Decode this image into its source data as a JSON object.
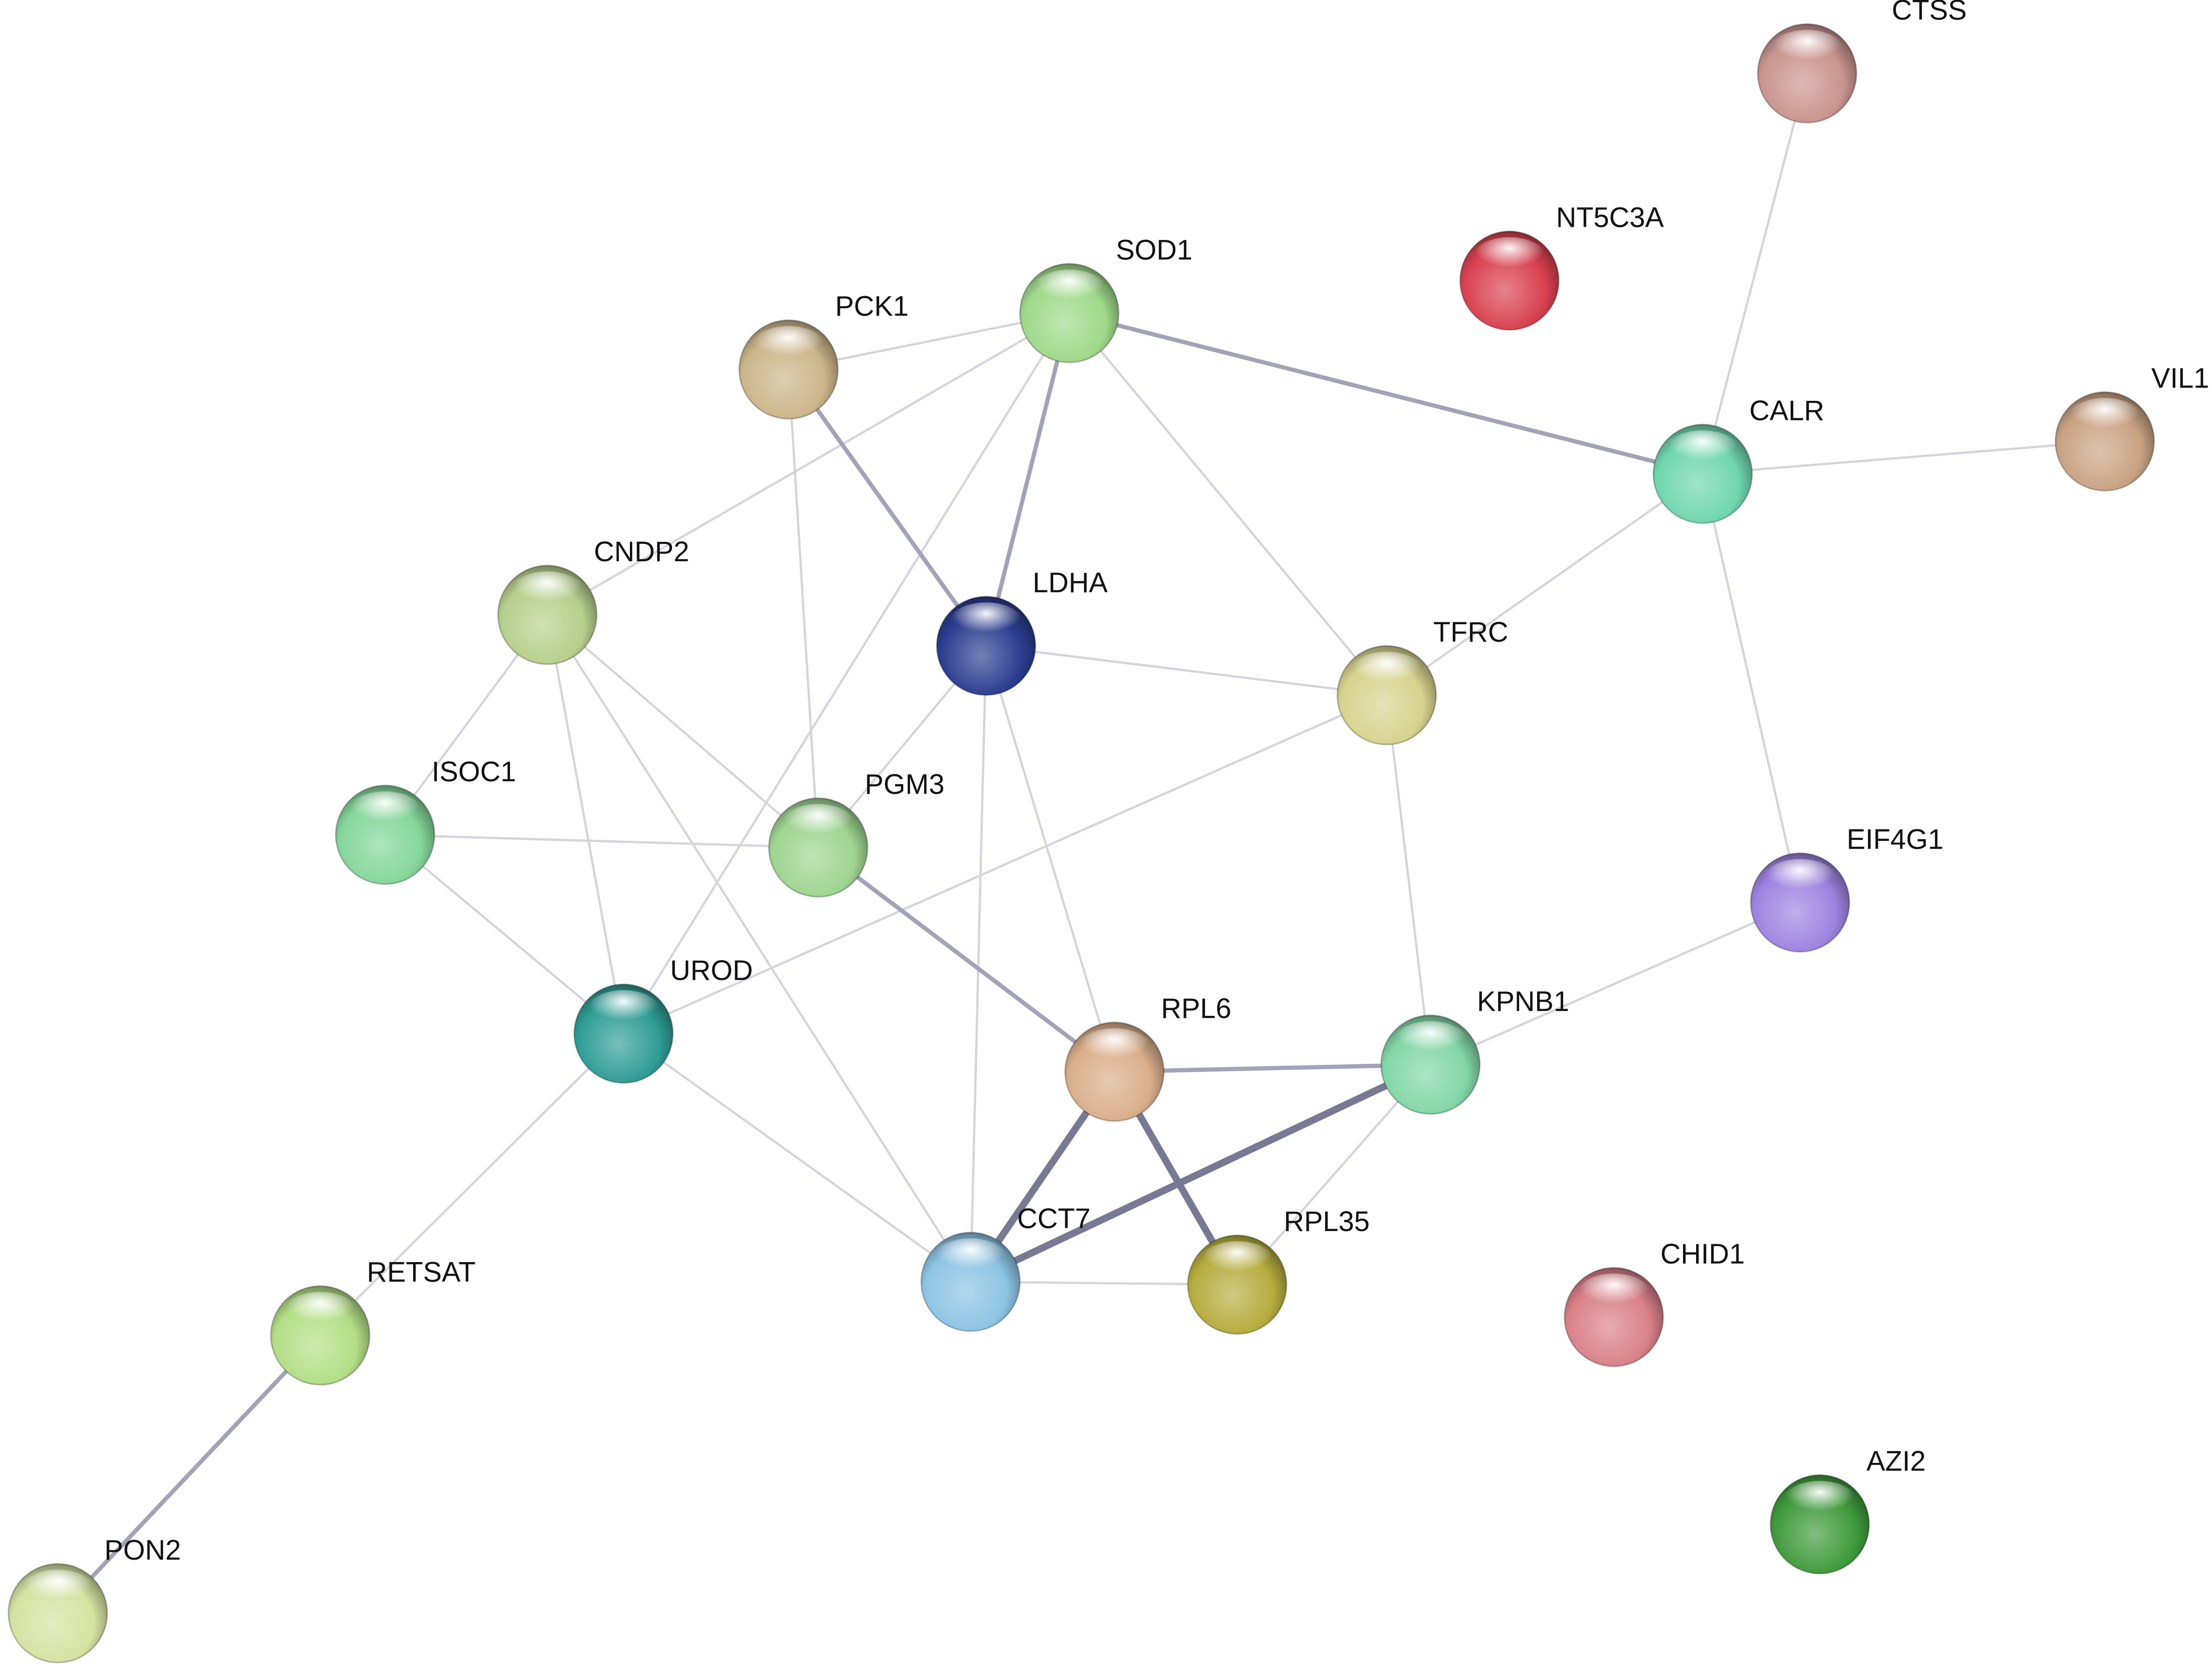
{
  "network": {
    "nodes": [
      {
        "id": "CTSS",
        "label": "CTSS",
        "color": "#c9948e"
      },
      {
        "id": "NT5C3A",
        "label": "NT5C3A",
        "color": "#d8404f"
      },
      {
        "id": "SOD1",
        "label": "SOD1",
        "color": "#9fd98a"
      },
      {
        "id": "PCK1",
        "label": "PCK1",
        "color": "#cbb58a"
      },
      {
        "id": "CALR",
        "label": "CALR",
        "color": "#6fd6ae"
      },
      {
        "id": "VIL1",
        "label": "VIL1",
        "color": "#c9a283"
      },
      {
        "id": "CNDP2",
        "label": "CNDP2",
        "color": "#b6cf8c"
      },
      {
        "id": "LDHA",
        "label": "LDHA",
        "color": "#2b3c8f"
      },
      {
        "id": "TFRC",
        "label": "TFRC",
        "color": "#d6d38e"
      },
      {
        "id": "ISOC1",
        "label": "ISOC1",
        "color": "#84d69a"
      },
      {
        "id": "PGM3",
        "label": "PGM3",
        "color": "#9fd490"
      },
      {
        "id": "EIF4G1",
        "label": "EIF4G1",
        "color": "#9d83e0"
      },
      {
        "id": "UROD",
        "label": "UROD",
        "color": "#2e9c95"
      },
      {
        "id": "RPL6",
        "label": "RPL6",
        "color": "#d9ae8a"
      },
      {
        "id": "KPNB1",
        "label": "KPNB1",
        "color": "#82d6a6"
      },
      {
        "id": "CCT7",
        "label": "CCT7",
        "color": "#8cc3e3"
      },
      {
        "id": "RPL35",
        "label": "RPL35",
        "color": "#b5ac3d"
      },
      {
        "id": "CHID1",
        "label": "CHID1",
        "color": "#d98088"
      },
      {
        "id": "RETSAT",
        "label": "RETSAT",
        "color": "#b3de86"
      },
      {
        "id": "AZI2",
        "label": "AZI2",
        "color": "#3f9a3b"
      },
      {
        "id": "PON2",
        "label": "PON2",
        "color": "#d4e2a1"
      }
    ],
    "edges": [
      {
        "source": "CTSS",
        "target": "CALR",
        "strength": "weak"
      },
      {
        "source": "SOD1",
        "target": "CALR",
        "strength": "medium"
      },
      {
        "source": "SOD1",
        "target": "LDHA",
        "strength": "medium"
      },
      {
        "source": "SOD1",
        "target": "PCK1",
        "strength": "weak"
      },
      {
        "source": "SOD1",
        "target": "CNDP2",
        "strength": "weak"
      },
      {
        "source": "SOD1",
        "target": "TFRC",
        "strength": "weak"
      },
      {
        "source": "SOD1",
        "target": "UROD",
        "strength": "weak"
      },
      {
        "source": "PCK1",
        "target": "LDHA",
        "strength": "medium"
      },
      {
        "source": "PCK1",
        "target": "PGM3",
        "strength": "weak"
      },
      {
        "source": "CALR",
        "target": "VIL1",
        "strength": "weak"
      },
      {
        "source": "CALR",
        "target": "TFRC",
        "strength": "weak"
      },
      {
        "source": "CALR",
        "target": "EIF4G1",
        "strength": "weak"
      },
      {
        "source": "LDHA",
        "target": "TFRC",
        "strength": "weak"
      },
      {
        "source": "LDHA",
        "target": "PGM3",
        "strength": "weak"
      },
      {
        "source": "LDHA",
        "target": "CCT7",
        "strength": "weak"
      },
      {
        "source": "LDHA",
        "target": "RPL6",
        "strength": "weak"
      },
      {
        "source": "CNDP2",
        "target": "ISOC1",
        "strength": "weak"
      },
      {
        "source": "CNDP2",
        "target": "UROD",
        "strength": "weak"
      },
      {
        "source": "CNDP2",
        "target": "PGM3",
        "strength": "weak"
      },
      {
        "source": "CNDP2",
        "target": "CCT7",
        "strength": "weak"
      },
      {
        "source": "TFRC",
        "target": "UROD",
        "strength": "weak"
      },
      {
        "source": "TFRC",
        "target": "KPNB1",
        "strength": "weak"
      },
      {
        "source": "ISOC1",
        "target": "PGM3",
        "strength": "weak"
      },
      {
        "source": "ISOC1",
        "target": "UROD",
        "strength": "weak"
      },
      {
        "source": "PGM3",
        "target": "RPL6",
        "strength": "medium"
      },
      {
        "source": "EIF4G1",
        "target": "KPNB1",
        "strength": "weak"
      },
      {
        "source": "UROD",
        "target": "RETSAT",
        "strength": "weak"
      },
      {
        "source": "UROD",
        "target": "CCT7",
        "strength": "weak"
      },
      {
        "source": "RPL6",
        "target": "KPNB1",
        "strength": "medium"
      },
      {
        "source": "RPL6",
        "target": "CCT7",
        "strength": "strong"
      },
      {
        "source": "RPL6",
        "target": "RPL35",
        "strength": "strong"
      },
      {
        "source": "KPNB1",
        "target": "CCT7",
        "strength": "strong"
      },
      {
        "source": "KPNB1",
        "target": "RPL35",
        "strength": "weak"
      },
      {
        "source": "CCT7",
        "target": "RPL35",
        "strength": "weak"
      },
      {
        "source": "RETSAT",
        "target": "PON2",
        "strength": "medium"
      }
    ]
  }
}
